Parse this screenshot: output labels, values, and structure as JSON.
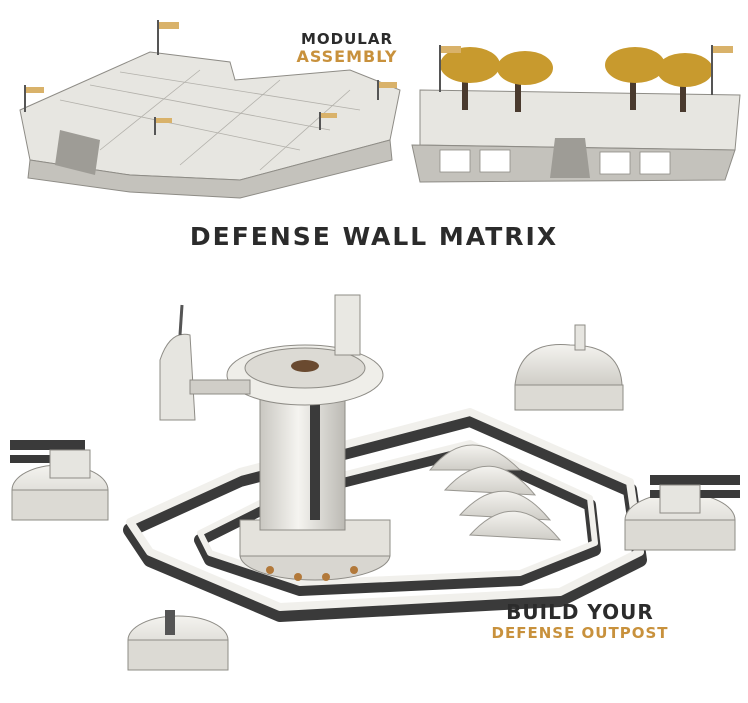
{
  "top_caption": {
    "line1": "MODULAR",
    "line2": "ASSEMBLY"
  },
  "main_title": "DEFENSE WALL MATRIX",
  "bottom_caption": {
    "line1": "BUILD YOUR",
    "line2": "DEFENSE OUTPOST"
  },
  "colors": {
    "dark_text": "#2b2b2b",
    "gold_text": "#c8913c",
    "model_white": "#ecebe6",
    "model_shadow": "#b9b7b1",
    "model_dark": "#3a3a3a",
    "tree_gold": "#c89a2e",
    "flag": "#d9b26a"
  },
  "icons": [
    "platform-model",
    "tree-platform-model",
    "central-tower",
    "wall-segments",
    "turret",
    "dome",
    "flag"
  ]
}
